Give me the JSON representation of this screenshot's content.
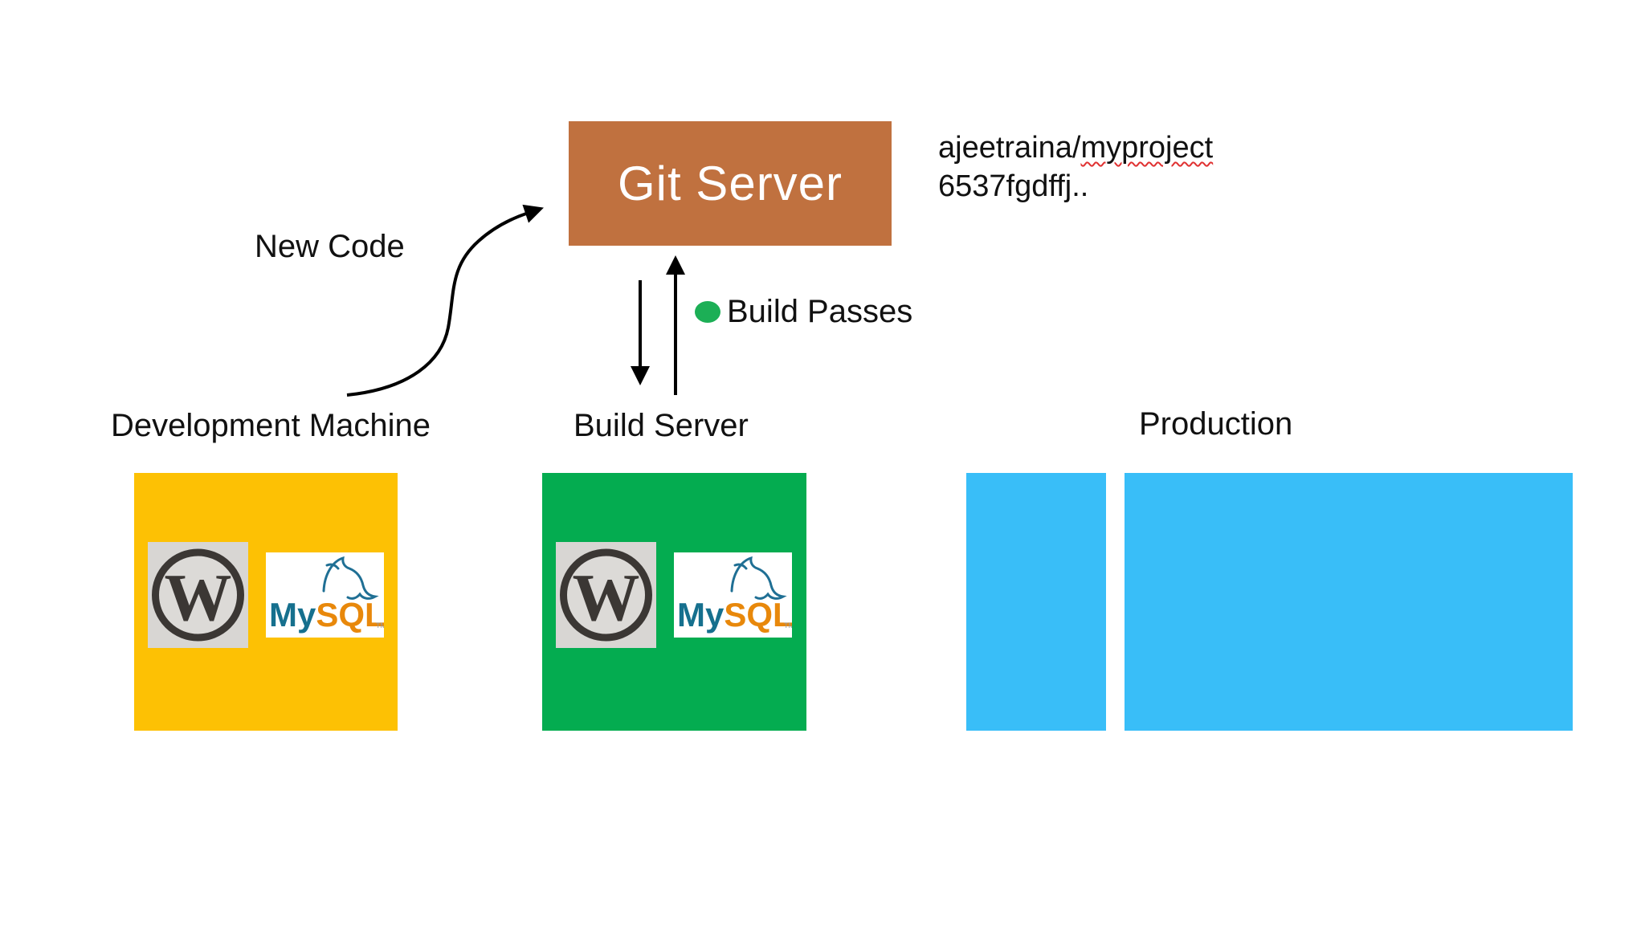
{
  "nodes": {
    "git_server": {
      "label": "Git Server",
      "color": "#C0713F",
      "text_color": "#FFFFFF"
    },
    "development_machine": {
      "label": "Development Machine",
      "color": "#FDC104"
    },
    "build_server": {
      "label": "Build Server",
      "color": "#04AC50"
    },
    "production": {
      "label": "Production",
      "color": "#39BEF8"
    }
  },
  "repo": {
    "prefix": "ajeetraina/",
    "project": "myproject",
    "commit": "6537fgdffj.."
  },
  "labels": {
    "new_code": "New Code",
    "build_passes": "Build Passes"
  },
  "status": {
    "build_passes_dot_color": "#1CAF56"
  },
  "logos": {
    "wordpress_letter": "W",
    "mysql_my": "My",
    "mysql_sql": "SQL",
    "mysql_tm": "TM"
  }
}
